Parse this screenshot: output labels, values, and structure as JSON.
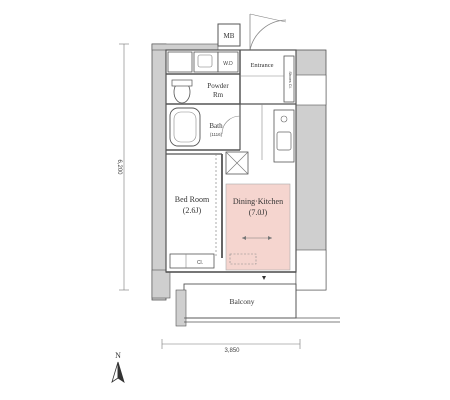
{
  "rooms": {
    "mb": "MB",
    "wd": "W.D",
    "entrance": "Entrance",
    "shoes": "Shoes Cl.",
    "powder_name": "Powder",
    "powder_abbr": "Rm",
    "bath_name": "Bath",
    "bath_size": "(1116)",
    "bedroom_name": "Bed Room",
    "bedroom_size": "(2.6J)",
    "dk_name": "Dining·Kitchen",
    "dk_size": "(7.0J)",
    "cl": "Cl.",
    "balcony": "Balcony"
  },
  "dimensions": {
    "height": "6,200",
    "width": "3,850"
  },
  "compass": {
    "north": "N"
  },
  "colors": {
    "dining_kitchen_fill": "#f5d5cf",
    "wall": "#cfcfcf",
    "outline": "#555555"
  }
}
